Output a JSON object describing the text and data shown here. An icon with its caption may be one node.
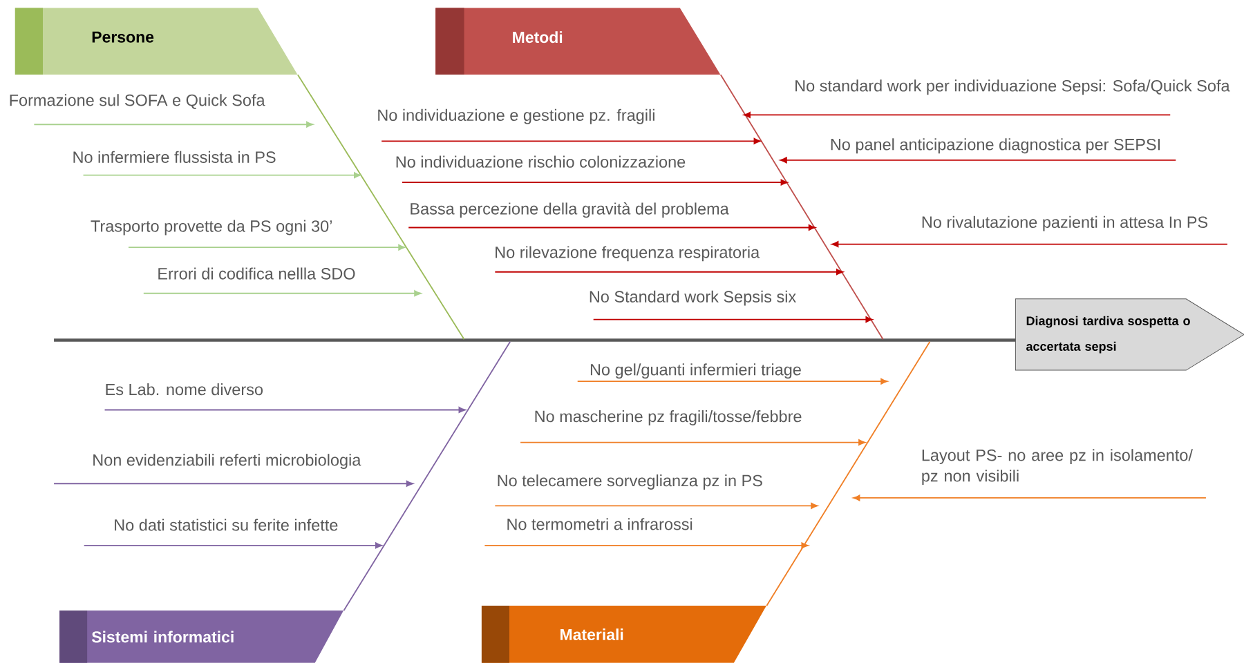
{
  "diagram": {
    "nodes": [
      {
        "text": [
          "Persone"
        ]
      },
      {
        "text": [
          "Metodi"
        ]
      },
      {
        "text": [
          "Formazione sul SOFA e Quick Sofa"
        ]
      },
      {
        "text": [
          "No infermiere flussista in PS"
        ]
      },
      {
        "text": [
          "Trasporto provette da PS ogni 30’"
        ]
      },
      {
        "text": [
          "Errori di codifica nellla SDO"
        ]
      },
      {
        "text": [
          "No individuazione e gestione pz. fragili"
        ]
      },
      {
        "text": [
          "No individuazione rischio colonizzazione"
        ]
      },
      {
        "text": [
          "Bassa percezione della gravità del problema"
        ]
      },
      {
        "text": [
          "No rilevazione frequenza respiratoria"
        ]
      },
      {
        "text": [
          "No Standard work Sepsis six"
        ]
      },
      {
        "text": [
          "No standard work per individuazione Sepsi: Sofa/Quick Sofa"
        ]
      },
      {
        "text": [
          "No panel anticipazione diagnostica per SEPSI"
        ]
      },
      {
        "text": [
          "No rivalutazione pazienti  in attesa In PS"
        ]
      },
      {
        "text": [
          "Diagnosi tardiva sospetta o accertata sepsi"
        ]
      },
      {
        "text": [
          "Sistemi informatici"
        ]
      },
      {
        "text": [
          "Materiali"
        ]
      },
      {
        "text": [
          "Es Lab. nome diverso"
        ]
      },
      {
        "text": [
          "Non evidenziabili referti microbiologia"
        ]
      },
      {
        "text": [
          "No dati statistici su  ferite infette"
        ]
      },
      {
        "text": [
          "No gel/guanti infermieri triage"
        ]
      },
      {
        "text": [
          "No mascherine pz fragili/tosse/febbre"
        ]
      },
      {
        "text": [
          "No telecamere sorveglianza pz in PS"
        ]
      },
      {
        "text": [
          "No termometri a infrarossi"
        ]
      },
      {
        "text": [
          "Layout PS- no aree pz in isolamento/ pz non visibili"
        ]
      }
    ],
    "edges": [
      {
        "from": null,
        "to": 14,
        "arrow": "none",
        "style": "thick",
        "color": "#595959"
      },
      {
        "from": 0,
        "to": null,
        "arrow": "none",
        "color": "#9bbb59"
      },
      {
        "from": 1,
        "to": null,
        "arrow": "none",
        "color": "#c0504d"
      },
      {
        "from": 15,
        "to": null,
        "arrow": "none",
        "color": "#8064a2"
      },
      {
        "from": 16,
        "to": null,
        "arrow": "none",
        "color": "#f07f26"
      },
      {
        "from": 2,
        "to": null,
        "arrow": "to",
        "color": "#a9d18e"
      },
      {
        "from": 3,
        "to": null,
        "arrow": "to",
        "color": "#a9d18e"
      },
      {
        "from": 4,
        "to": null,
        "arrow": "to",
        "color": "#a9d18e"
      },
      {
        "from": 5,
        "to": null,
        "arrow": "to",
        "color": "#a9d18e"
      },
      {
        "from": 6,
        "to": null,
        "arrow": "to",
        "color": "#c00000"
      },
      {
        "from": 7,
        "to": null,
        "arrow": "to",
        "color": "#c00000"
      },
      {
        "from": 8,
        "to": null,
        "arrow": "to",
        "color": "#c00000"
      },
      {
        "from": 9,
        "to": null,
        "arrow": "to",
        "color": "#c00000"
      },
      {
        "from": 10,
        "to": null,
        "arrow": "to",
        "color": "#c00000"
      },
      {
        "from": 11,
        "to": null,
        "arrow": "to",
        "color": "#c00000"
      },
      {
        "from": 12,
        "to": null,
        "arrow": "to",
        "color": "#c00000"
      },
      {
        "from": 13,
        "to": null,
        "arrow": "to",
        "color": "#c00000"
      },
      {
        "from": 17,
        "to": null,
        "arrow": "to",
        "color": "#8064a2"
      },
      {
        "from": 18,
        "to": null,
        "arrow": "to",
        "color": "#8064a2"
      },
      {
        "from": 19,
        "to": null,
        "arrow": "to",
        "color": "#8064a2"
      },
      {
        "from": 20,
        "to": null,
        "arrow": "to",
        "color": "#f07f26"
      },
      {
        "from": 21,
        "to": null,
        "arrow": "to",
        "color": "#f07f26"
      },
      {
        "from": 22,
        "to": null,
        "arrow": "to",
        "color": "#f07f26"
      },
      {
        "from": 23,
        "to": null,
        "arrow": "to",
        "color": "#f07f26"
      },
      {
        "from": 24,
        "to": null,
        "arrow": "to",
        "color": "#f07f26"
      }
    ]
  }
}
